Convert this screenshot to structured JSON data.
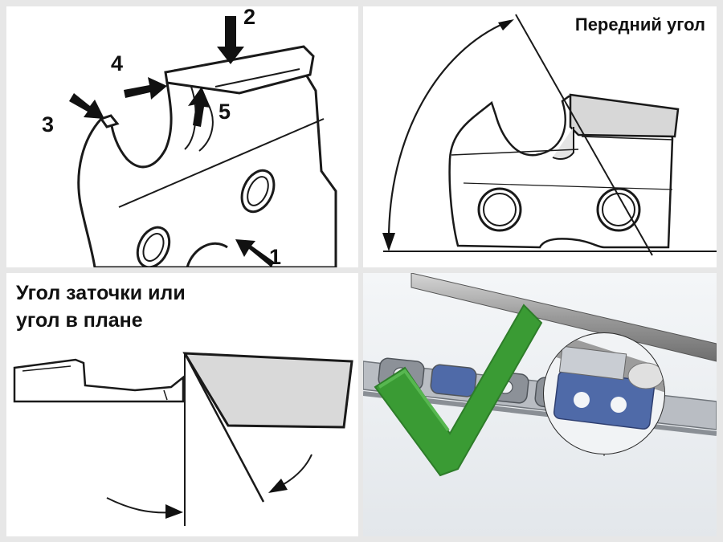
{
  "panels": {
    "parts": {
      "callouts": [
        "1",
        "2",
        "3",
        "4",
        "5"
      ]
    },
    "rake": {
      "title": "Передний угол"
    },
    "sharpening": {
      "title_line1": "Угол заточки или",
      "title_line2": "угол в плане"
    },
    "photo": {
      "status": "correct"
    }
  },
  "colors": {
    "line": "#1a1a1a",
    "accent_check": "#3a9b34",
    "cutter_fill": "#cfcfcf",
    "chain_blue": "#4f6aa8"
  }
}
